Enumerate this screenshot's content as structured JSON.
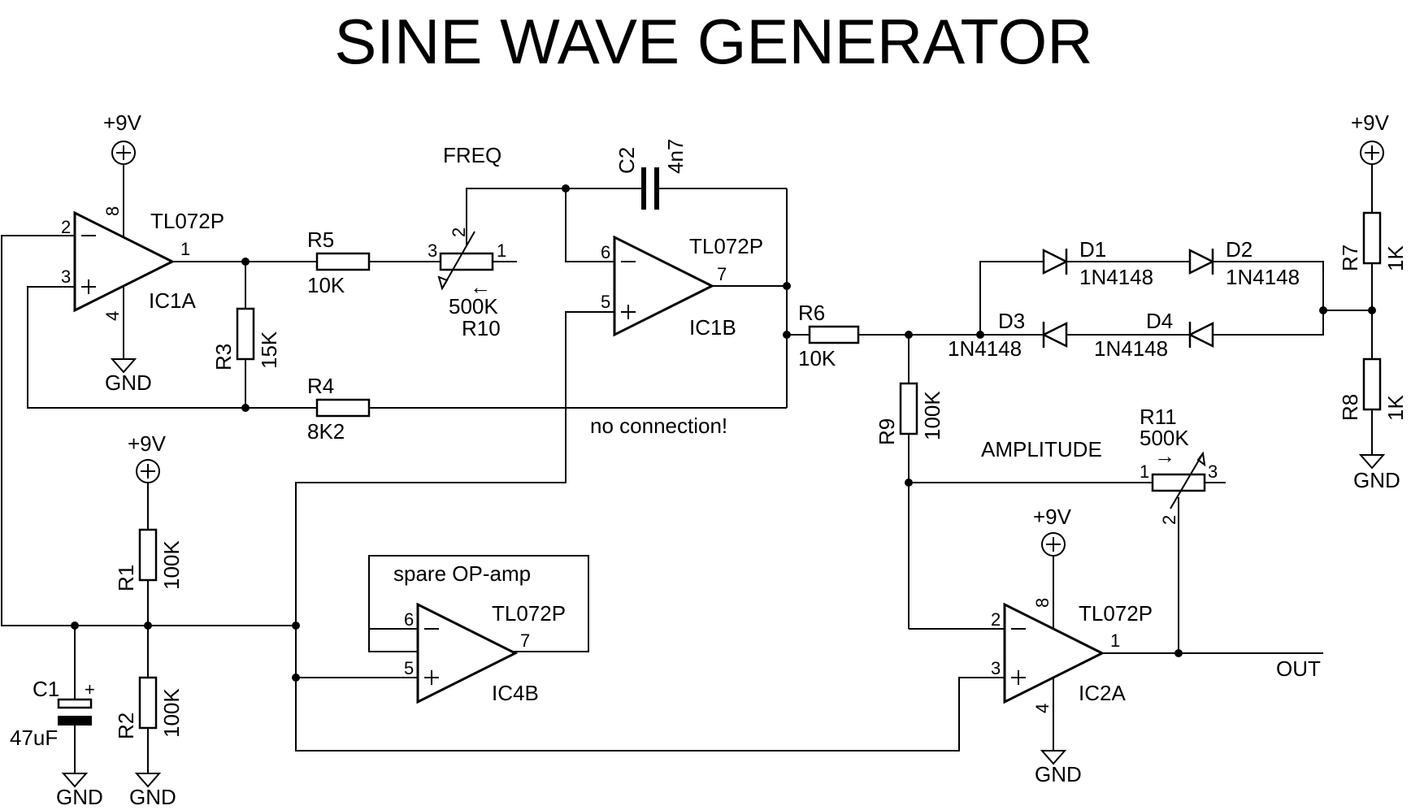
{
  "title": "SINE WAVE GENERATOR",
  "opamps": [
    {
      "ref": "IC1A",
      "part": "TL072P",
      "pins": {
        "inv": "2",
        "noninv": "3",
        "out": "1",
        "vplus": "8",
        "vminus": "4"
      }
    },
    {
      "ref": "IC1B",
      "part": "TL072P",
      "pins": {
        "inv": "6",
        "noninv": "5",
        "out": "7"
      }
    },
    {
      "ref": "IC4B",
      "part": "TL072P",
      "pins": {
        "inv": "6",
        "noninv": "5",
        "out": "7"
      },
      "note": "spare OP-amp"
    },
    {
      "ref": "IC2A",
      "part": "TL072P",
      "pins": {
        "inv": "2",
        "noninv": "3",
        "out": "1",
        "vplus": "8",
        "vminus": "4"
      }
    }
  ],
  "resistors": [
    {
      "ref": "R1",
      "value": "100K"
    },
    {
      "ref": "R2",
      "value": "100K"
    },
    {
      "ref": "R3",
      "value": "15K"
    },
    {
      "ref": "R4",
      "value": "8K2"
    },
    {
      "ref": "R5",
      "value": "10K"
    },
    {
      "ref": "R6",
      "value": "10K"
    },
    {
      "ref": "R7",
      "value": "1K"
    },
    {
      "ref": "R8",
      "value": "1K"
    },
    {
      "ref": "R9",
      "value": "100K"
    }
  ],
  "pots": [
    {
      "ref": "R10",
      "value": "500K",
      "label": "FREQ",
      "arrow": "←",
      "pins": [
        "3",
        "2",
        "1"
      ]
    },
    {
      "ref": "R11",
      "value": "500K",
      "label": "AMPLITUDE",
      "arrow": "→",
      "pins": [
        "1",
        "2",
        "3"
      ]
    }
  ],
  "capacitors": [
    {
      "ref": "C1",
      "value": "47uF",
      "polarity": "+"
    },
    {
      "ref": "C2",
      "value": "4n7"
    }
  ],
  "diodes": [
    {
      "ref": "D1",
      "part": "1N4148"
    },
    {
      "ref": "D2",
      "part": "1N4148"
    },
    {
      "ref": "D3",
      "part": "1N4148"
    },
    {
      "ref": "D4",
      "part": "1N4148"
    }
  ],
  "power": {
    "vcc": "+9V",
    "gnd": "GND"
  },
  "annotations": {
    "no_connection": "no connection!",
    "out": "OUT"
  }
}
